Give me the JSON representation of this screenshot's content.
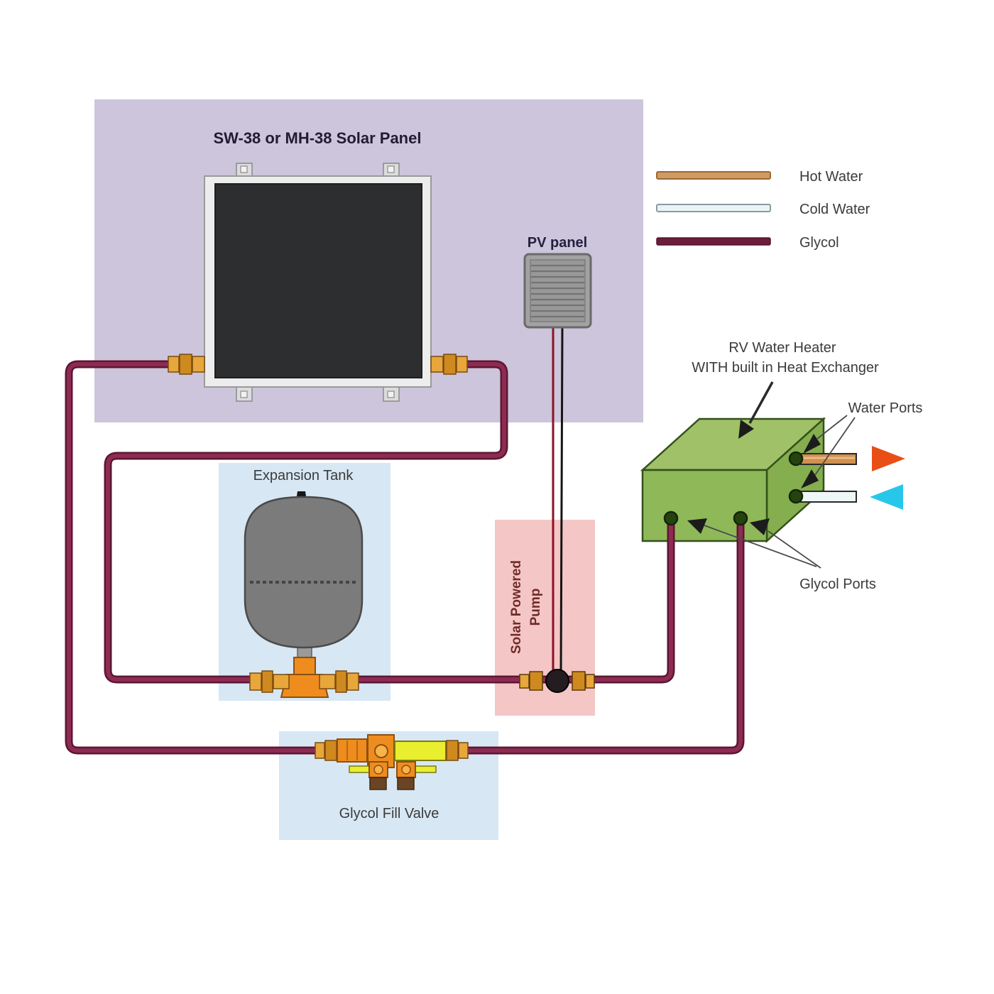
{
  "labels": {
    "solar_panel_title": "SW-38 or MH-38 Solar Panel",
    "pv_panel": "PV panel",
    "expansion_tank": "Expansion Tank",
    "rv_line1": "RV  Water Heater",
    "rv_line2": "WITH built in Heat Exchanger",
    "water_ports": "Water Ports",
    "glycol_ports": "Glycol Ports",
    "glycol_fill_valve": "Glycol Fill Valve",
    "pump_line1": "Solar Powered",
    "pump_line2": "Pump"
  },
  "legend": {
    "items": [
      {
        "label": "Hot Water",
        "color": "#cf9a63"
      },
      {
        "label": "Cold Water",
        "color": "#eaf4f6"
      },
      {
        "label": "Glycol",
        "color": "#6b1d3c"
      }
    ]
  },
  "palette": {
    "solar_area_bg": "#ccc5db",
    "component_box_bg": "#d7e7f4",
    "pump_box_bg": "#f5c6c6",
    "glycol_pipe": "#6b1d3c",
    "hot_water": "#cf9a63",
    "cold_water": "#eaf4f6",
    "heater_green": "#8fb958",
    "brass_fitting": "#e7a73a",
    "valve_yellow": "#e9ee2f",
    "hot_arrow": "#e94e17",
    "cold_arrow": "#27c7ea"
  }
}
